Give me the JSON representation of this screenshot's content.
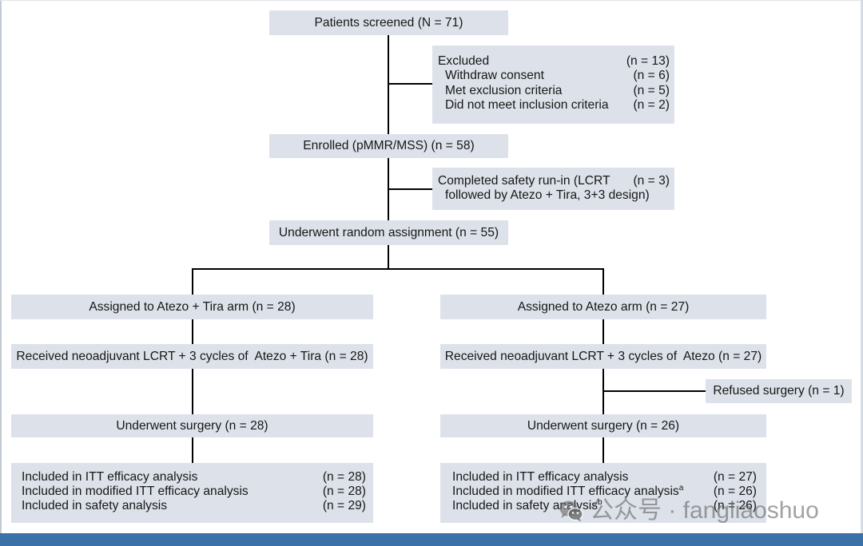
{
  "screened": {
    "label": "Patients screened (N = 71)"
  },
  "excluded": {
    "title": "Excluded",
    "n": "(n = 13)",
    "reasons": [
      {
        "label": "Withdraw consent",
        "n": "(n = 6)"
      },
      {
        "label": "Met exclusion criteria",
        "n": "(n = 5)"
      },
      {
        "label": "Did not meet inclusion criteria",
        "n": "(n = 2)"
      }
    ]
  },
  "enrolled": {
    "label": "Enrolled (pMMR/MSS) (n = 58)"
  },
  "safety_run_in": {
    "line1": "Completed safety run-in (LCRT",
    "n": "(n = 3)",
    "line2": "followed by Atezo + Tira, 3+3 design)"
  },
  "randomized": {
    "label": "Underwent random assignment (n = 55)"
  },
  "arms": [
    {
      "assigned": "Assigned to Atezo + Tira arm (n = 28)",
      "received": "Received neoadjuvant LCRT + 3 cycles of  Atezo + Tira (n = 28)",
      "surgery": "Underwent surgery (n = 28)",
      "analyses": [
        {
          "label": "Included in ITT efficacy analysis",
          "n": "(n = 28)"
        },
        {
          "label": "Included in modified ITT efficacy analysis",
          "n": "(n = 28)"
        },
        {
          "label": "Included in safety analysis",
          "n": "(n = 29)"
        }
      ]
    },
    {
      "assigned": "Assigned to Atezo arm (n = 27)",
      "received": "Received neoadjuvant LCRT + 3 cycles of  Atezo (n = 27)",
      "refused": "Refused surgery (n = 1)",
      "surgery": "Underwent surgery (n = 26)",
      "analyses": [
        {
          "label": "Included in ITT efficacy analysis",
          "n": "(n = 27)"
        },
        {
          "label": "Included in modified ITT efficacy analysis",
          "sup": "a",
          "n": "(n = 26)"
        },
        {
          "label": "Included in safety analysis",
          "sup": "b",
          "n": "(n = 26)"
        }
      ]
    }
  ],
  "watermark": {
    "icon": "wechat-icon",
    "text": "公众号 · fangliaoshuo"
  },
  "colors": {
    "box_fill": "#dde2ea",
    "connector": "#000000",
    "footer_bar": "#3c70a8"
  }
}
